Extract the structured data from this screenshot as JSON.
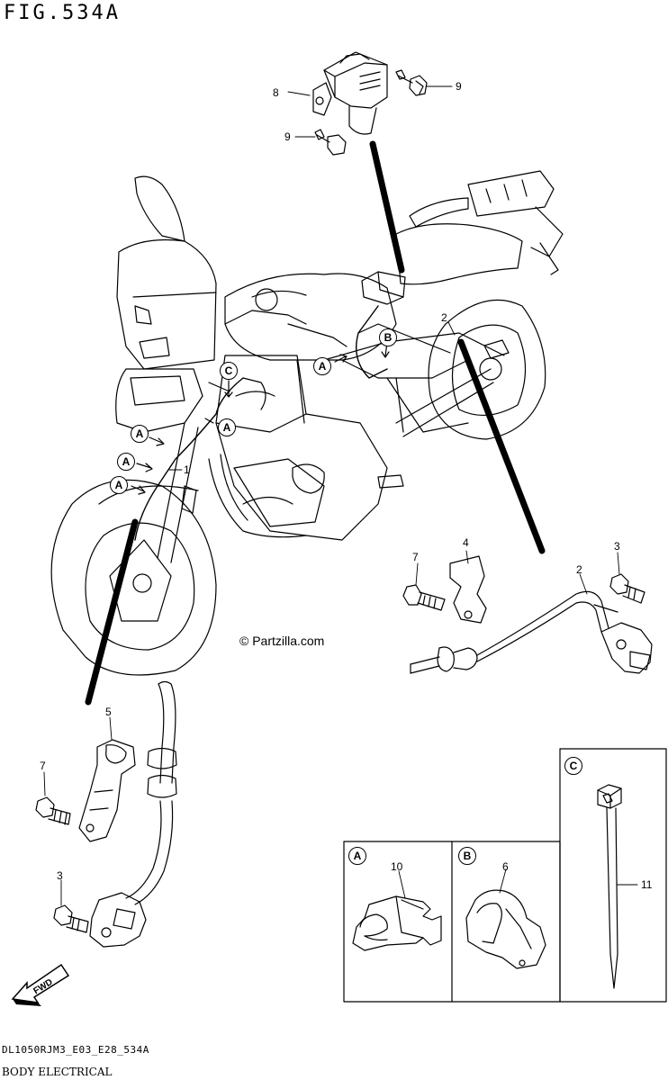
{
  "header": {
    "title": "FIG.534A"
  },
  "footer": {
    "code": "DL1050RJM3_E03_E28_534A",
    "subtitle": "BODY ELECTRICAL"
  },
  "copyright": "© Partzilla.com",
  "callouts": {
    "c1": "1",
    "c2a": "2",
    "c2b": "2",
    "c3a": "3",
    "c3b": "3",
    "c4": "4",
    "c5": "5",
    "c6": "6",
    "c7a": "7",
    "c7b": "7",
    "c8": "8",
    "c9a": "9",
    "c9b": "9",
    "c10": "10",
    "c11": "11"
  },
  "letters": {
    "a1": "A",
    "a2": "A",
    "a3": "A",
    "a4": "A",
    "a5": "A",
    "b1": "B",
    "c1": "C",
    "panel_a": "A",
    "panel_b": "B",
    "panel_c": "C"
  },
  "fwd_label": "FWD"
}
